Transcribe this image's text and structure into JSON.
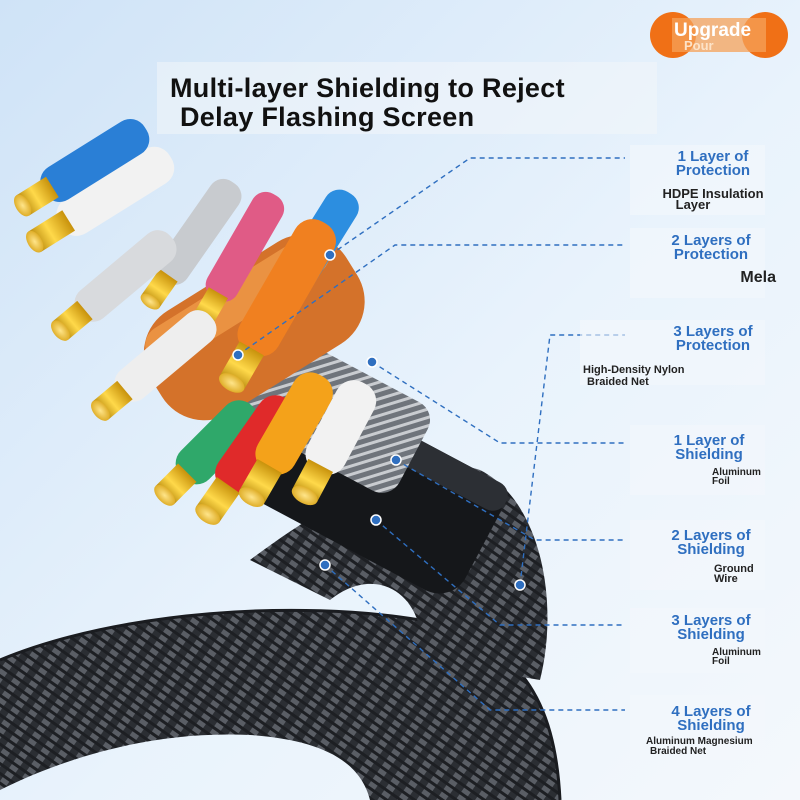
{
  "title": {
    "line1": "Multi-layer Shielding to Reject",
    "line2": "Delay Flashing Screen"
  },
  "badge": {
    "line1": "Upgrade",
    "line2": "Pour"
  },
  "layers": [
    {
      "title1": "1 Layer of",
      "title2": "Protection",
      "sub1": "HDPE Insulation",
      "sub2": "Layer"
    },
    {
      "title1": "2 Layers of",
      "title2": "Protection",
      "sub1": "Mela",
      "sub2": ""
    },
    {
      "title1": "3 Layers of",
      "title2": "Protection",
      "sub1": "High-Density Nylon",
      "sub2": "Braided Net"
    },
    {
      "title1": "1 Layer of",
      "title2": "Shielding",
      "sub1": "Aluminum",
      "sub2": "Foil"
    },
    {
      "title1": "2 Layers of",
      "title2": "Shielding",
      "sub1": "Ground",
      "sub2": "Wire"
    },
    {
      "title1": "3 Layers of",
      "title2": "Shielding",
      "sub1": "Aluminum",
      "sub2": "Foil"
    },
    {
      "title1": "4 Layers of",
      "title2": "Shielding",
      "sub1": "Aluminum Magnesium",
      "sub2": "Braided Net"
    }
  ],
  "colors": {
    "background": "#e9f3fc",
    "label_blue": "#2f6fc0",
    "leader_line": "#2f6fc0",
    "badge_orange": "#f07016",
    "braid": "#3a3d42",
    "gold": "#e8b21c"
  }
}
